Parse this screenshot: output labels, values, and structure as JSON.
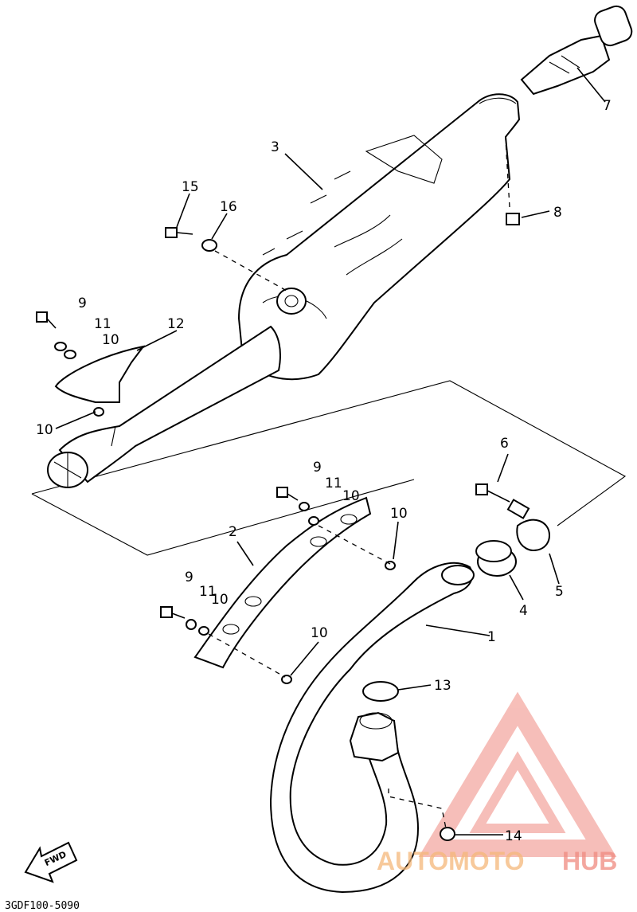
{
  "callouts": {
    "c1": "1",
    "c2": "2",
    "c3": "3",
    "c4": "4",
    "c5": "5",
    "c6": "6",
    "c7": "7",
    "c8": "8",
    "c9a": "9",
    "c9b": "9",
    "c9c": "9",
    "c10a": "10",
    "c10b": "10",
    "c10c": "10",
    "c10d": "10",
    "c10e": "10",
    "c10f": "10",
    "c11a": "11",
    "c11b": "11",
    "c11c": "11",
    "c12": "12",
    "c13": "13",
    "c14": "14",
    "c15": "15",
    "c16": "16"
  },
  "fwd_label": "FWD",
  "diagram_code": "3GDF100-5090",
  "watermark": {
    "part1": "AUTOMOTO",
    "part2": "HUB",
    "color_primary": "#f08a80",
    "color_secondary": "#f5b87a"
  }
}
